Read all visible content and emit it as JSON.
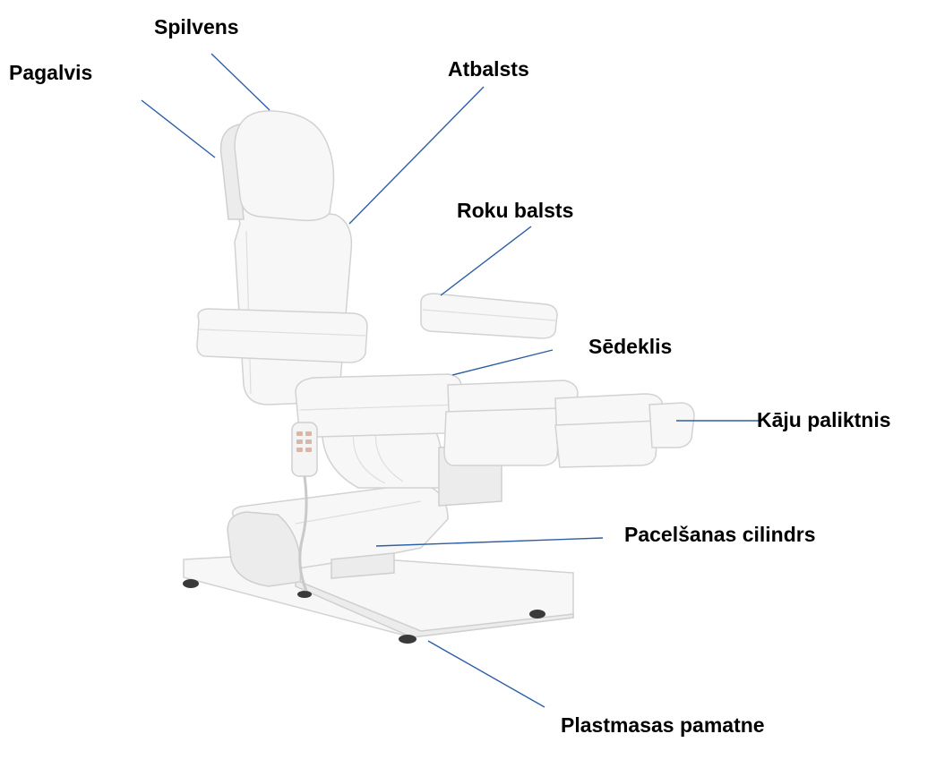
{
  "labels": {
    "spilvens": "Spilvens",
    "pagalvis": "Pagalvis",
    "atbalsts": "Atbalsts",
    "roku_balsts": "Roku balsts",
    "sedeklis": "Sēdeklis",
    "kaju_paliktnis": "Kāju paliktnis",
    "pacelsanas_cilindrs": "Pacelšanas cilindrs",
    "plastmasas_pamatne": "Plastmasas pamatne"
  },
  "colors": {
    "leader_line": "#2e5ea6",
    "label_text": "#000000",
    "chair_upholstery": "#f7f7f7",
    "remote_buttons": "#d9b7a6"
  }
}
